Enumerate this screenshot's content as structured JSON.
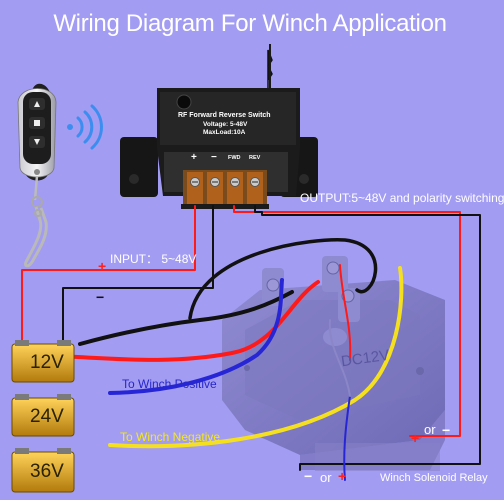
{
  "title": "Wiring Diagram For Winch Application",
  "controller": {
    "name": "RF Forward Reverse Switch",
    "voltage": "Voltage: 5-48V",
    "maxload": "MaxLoad:10A",
    "terminals": [
      "+",
      "−",
      "FWD",
      "REV"
    ]
  },
  "labels": {
    "input": "INPUT： 5~48V",
    "output": "OUTPUT:5~48V and polarity switching",
    "to_positive": "To Winch Positive",
    "to_negative": "To Winch Negative",
    "relay": "Winch Solenoid Relay",
    "relay_case": "DC12V",
    "or_right": "or",
    "or_bottom": "or"
  },
  "batteries": [
    "12V",
    "24V",
    "36V"
  ],
  "signs": {
    "plus_wire": "+",
    "minus_wire": "−",
    "relay_plus": "+",
    "relay_minus": "−",
    "bottom_minus": "−",
    "bottom_plus": "+"
  },
  "colors": {
    "background": "#a29cf2",
    "red_wire": "#ff1a1a",
    "black_wire": "#111111",
    "blue_wire": "#2626d6",
    "yellow_wire": "#f5e020",
    "battery_gold": "#d9a51f"
  }
}
